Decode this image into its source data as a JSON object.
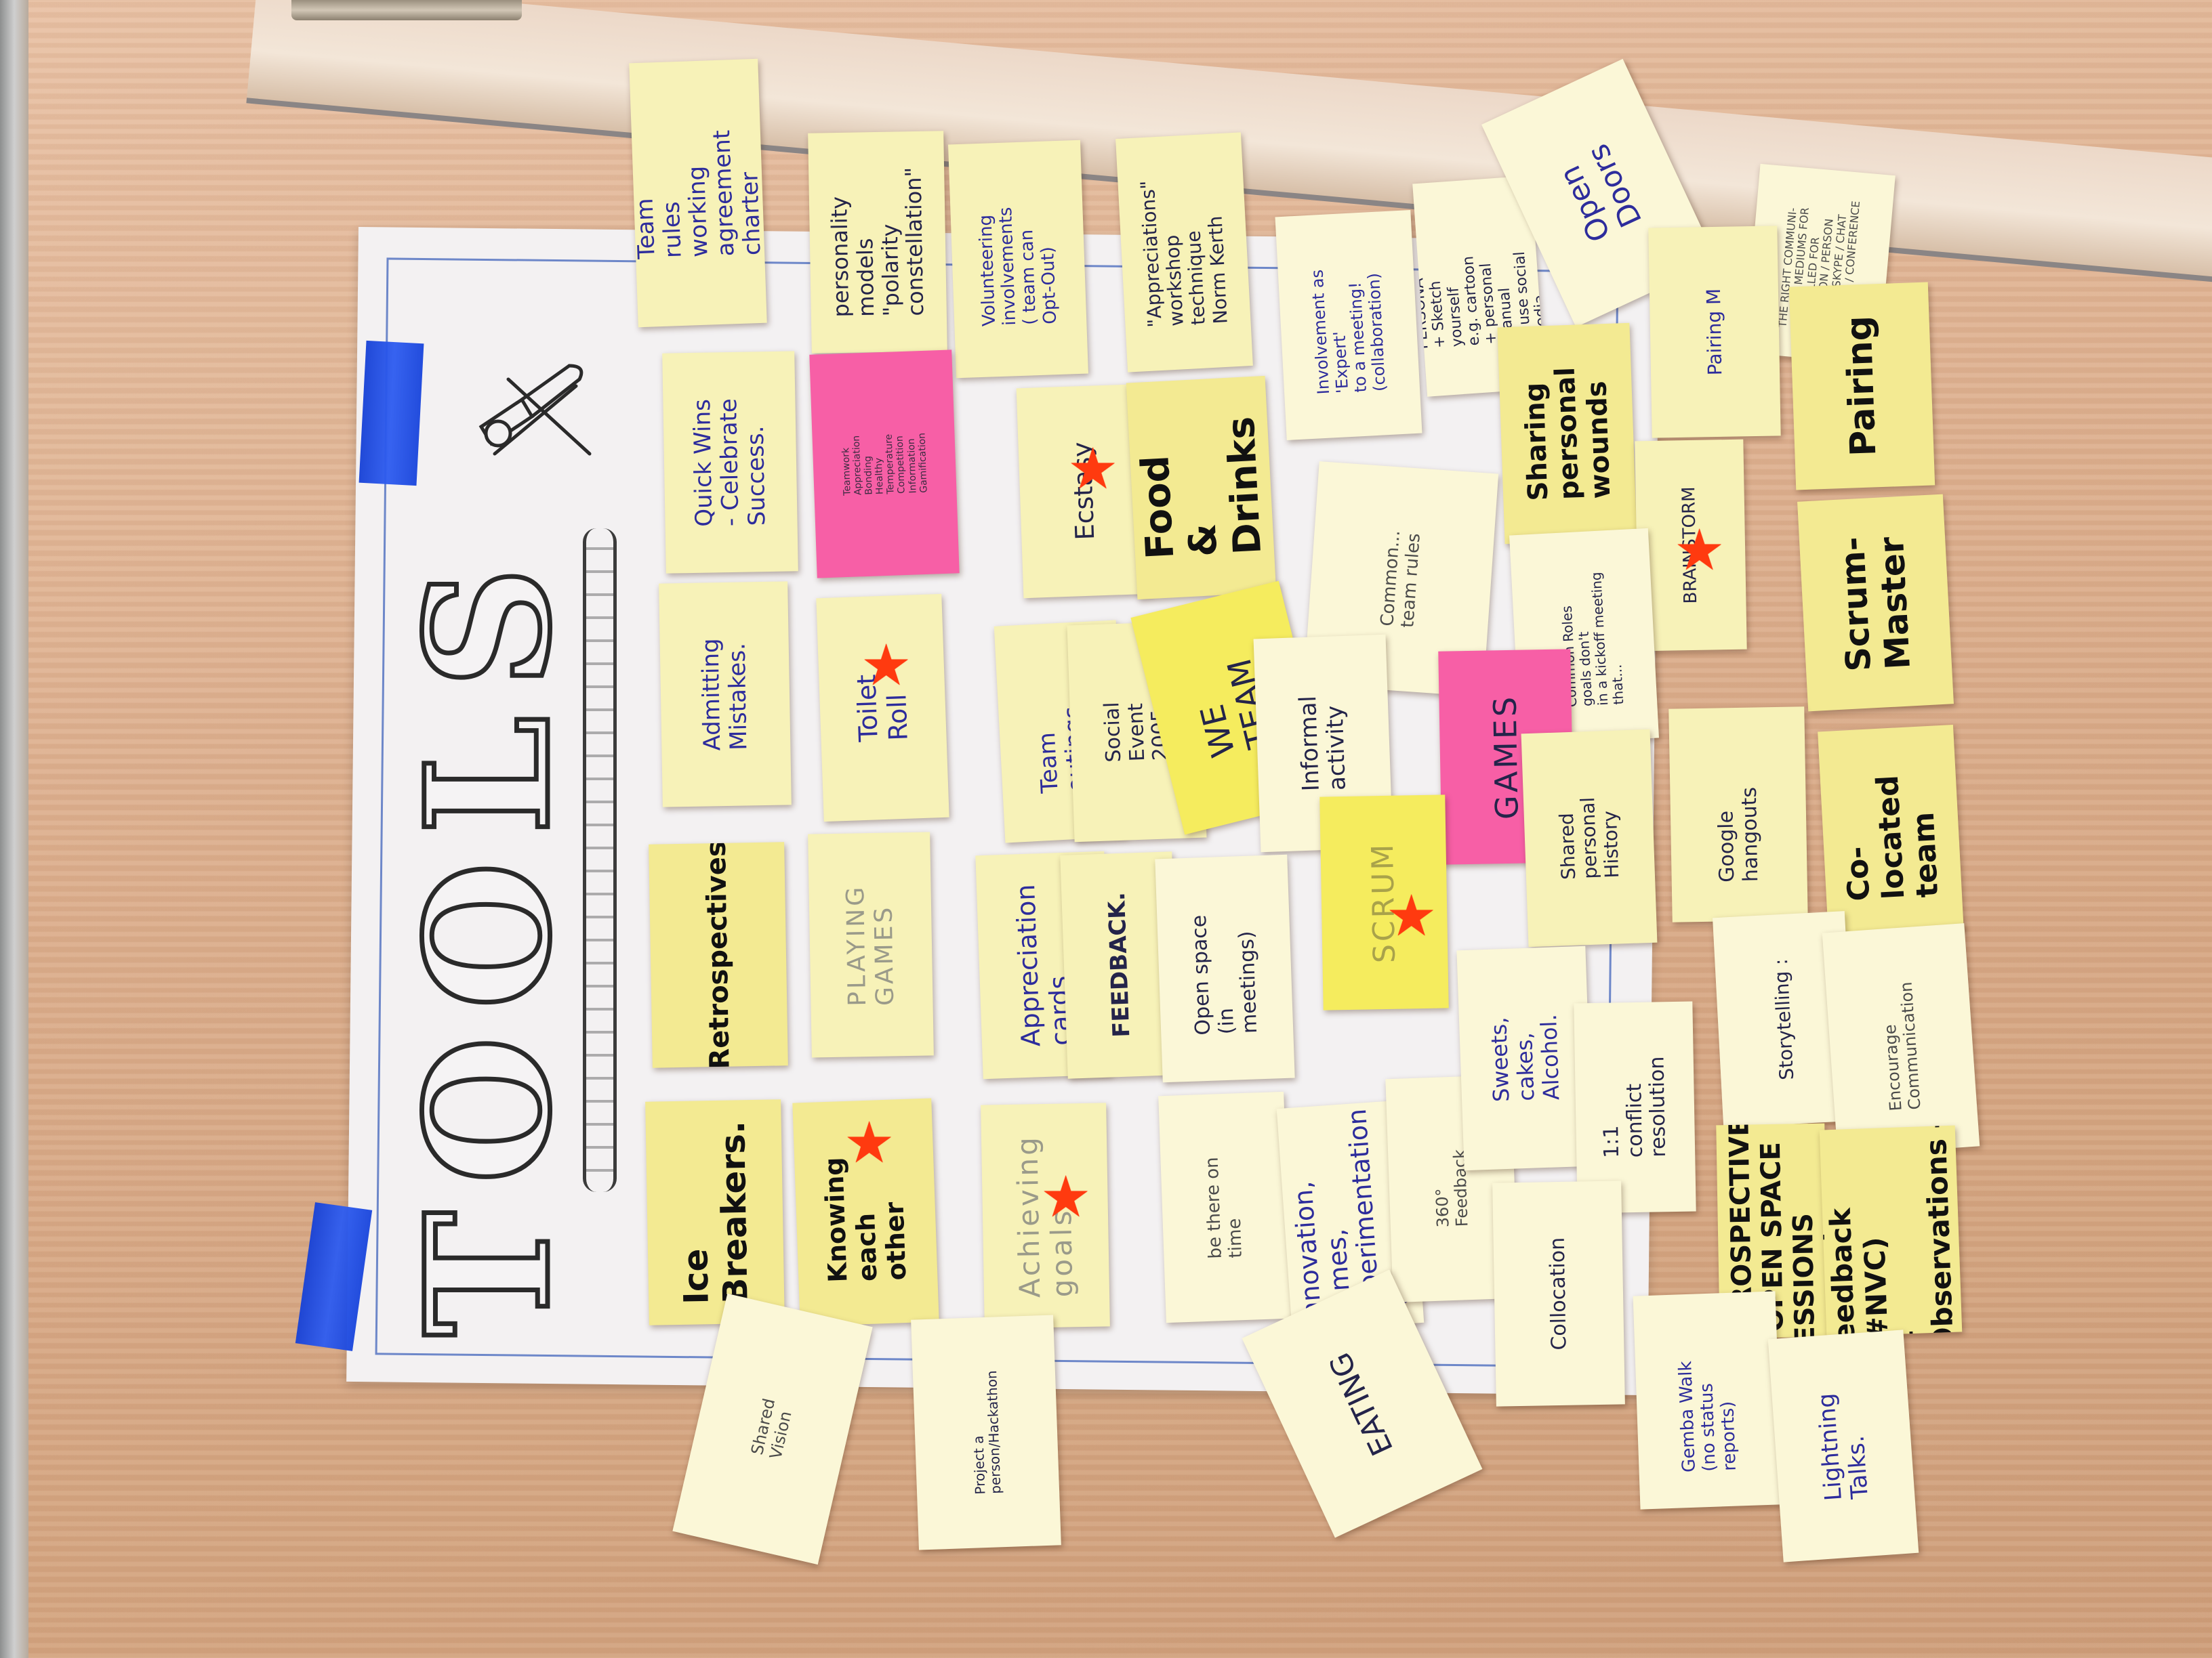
{
  "board": {
    "title": "TOOLS",
    "colors": {
      "wood": "#d9ab89",
      "paper": "#f3f1f2",
      "tape": "#2448e0",
      "yellow_note": "#f7f2b8",
      "bright_yellow_note": "#f5ec5e",
      "pink_note": "#f75fa6",
      "star": "#ff3a0f"
    },
    "decoration": "hammer-icon"
  },
  "notes": [
    {
      "id": "team-charter",
      "text": "Team\nrules\nworking agreement\ncharter"
    },
    {
      "id": "personality-models",
      "text": "personality models\n\"polarity constellation\""
    },
    {
      "id": "volunteering",
      "text": "Volunteering\ninvolvements\n( team can Opt-Out)"
    },
    {
      "id": "appreciations",
      "text": "\"Appreciations\"\nworkshop technique\nNorm Kerth"
    },
    {
      "id": "involvement-expert",
      "text": "Involvement as 'Expert'\nto a meeting!\n(collaboration)"
    },
    {
      "id": "persona",
      "text": "PERSONA\n+ Sketch yourself\ne.g. cartoon\n+ personal manual\n+ use social media"
    },
    {
      "id": "open-doors",
      "text": "Open\nDoors"
    },
    {
      "id": "right-communication",
      "text": "THE RIGHT COMMUNI-\nCATION MEDIUMS FOR\nTHE CALLED FOR\nSITUATION / PERSON\nVIDEO / SKYPE / CHAT\nTWITTER / CONFERENCE"
    },
    {
      "id": "pairing",
      "text": "Pairing M"
    },
    {
      "id": "pairing-bold",
      "text": "Pairing"
    },
    {
      "id": "quick-wins",
      "text": "Quick Wins\n- Celebrate\nSuccess."
    },
    {
      "id": "pink-small",
      "text": "Teamwork\nAppreciation\nBonding\nHealthy\nTemperature\nCompetition\nInformation\nGamification"
    },
    {
      "id": "ecstasy",
      "text": "Ecstasy"
    },
    {
      "id": "food-drinks",
      "text": "Food &\nDrinks"
    },
    {
      "id": "sharing-personal",
      "text": "Sharing\npersonal wounds"
    },
    {
      "id": "brainstorm",
      "text": "BRAINSTORM"
    },
    {
      "id": "common-roles",
      "text": "e.g. GTD\nCommon Roles\ngoals don't\nin a kickoff meeting that..."
    },
    {
      "id": "team-rules-faded",
      "text": "Common...\nteam rules"
    },
    {
      "id": "scrum-master",
      "text": "Scrum-\nMaster"
    },
    {
      "id": "admitting-mistakes",
      "text": "Admitting\nMistakes."
    },
    {
      "id": "toilet-roll",
      "text": "Toilet\nRoll"
    },
    {
      "id": "team-outings",
      "text": "Team outings"
    },
    {
      "id": "social-event",
      "text": "Social\nEvent\n2005"
    },
    {
      "id": "team-we",
      "text": "WE\nTEAM"
    },
    {
      "id": "informal-activity",
      "text": "Informal\nactivity"
    },
    {
      "id": "games",
      "text": "GAMES"
    },
    {
      "id": "personal-history",
      "text": "Shared\npersonal\nHistory"
    },
    {
      "id": "google-hangouts",
      "text": "Google hangouts"
    },
    {
      "id": "co-located",
      "text": "Co-located\nteam"
    },
    {
      "id": "retrospectives",
      "text": "Retrospectives"
    },
    {
      "id": "playing-games",
      "text": "PLAYING\nGAMES"
    },
    {
      "id": "appreciation-cards",
      "text": "Appreciation\ncards"
    },
    {
      "id": "feedback",
      "text": "FEEDBACK."
    },
    {
      "id": "open-space",
      "text": "Open space\n(in meetings)"
    },
    {
      "id": "scrum",
      "text": "SCRUM"
    },
    {
      "id": "storytelling",
      "text": "Storytelling :"
    },
    {
      "id": "encourage-communication",
      "text": "Encourage Communication"
    },
    {
      "id": "sweets",
      "text": "Sweets,\ncakes,\nAlcohol."
    },
    {
      "id": "conflict-resolution",
      "text": "1:1\nconflict\nresolution"
    },
    {
      "id": "shared-vision",
      "text": "Shared\nVision"
    },
    {
      "id": "project-person",
      "text": "Project a\nperson/Hackathon"
    },
    {
      "id": "eating",
      "text": "EATING"
    },
    {
      "id": "collocation",
      "text": "Collocation"
    },
    {
      "id": "ice-breakers",
      "text": "Ice\nBreakers."
    },
    {
      "id": "knowing-each-other",
      "text": "Knowing each other"
    },
    {
      "id": "achieving-goals",
      "text": "Achieving\ngoals"
    },
    {
      "id": "be-there-on-time",
      "text": "be there on\ntime"
    },
    {
      "id": "innovation-games",
      "text": "Innovation,\ngames,\nexperimentation\nFun."
    },
    {
      "id": "360-feedback",
      "text": "360°\nFeedback"
    },
    {
      "id": "retro-open-space",
      "text": "RETROSPECTIVES\n& OPEN SPACE\nSESSIONS"
    },
    {
      "id": "five-step-feedback",
      "text": "+ 5 step feedback\n(#NVC)\n+ Observations - interpretations"
    },
    {
      "id": "gemba-walk",
      "text": "Gemba Walk\n(no status reports)"
    },
    {
      "id": "lightning-talks",
      "text": "Lightning\nTalks."
    }
  ]
}
